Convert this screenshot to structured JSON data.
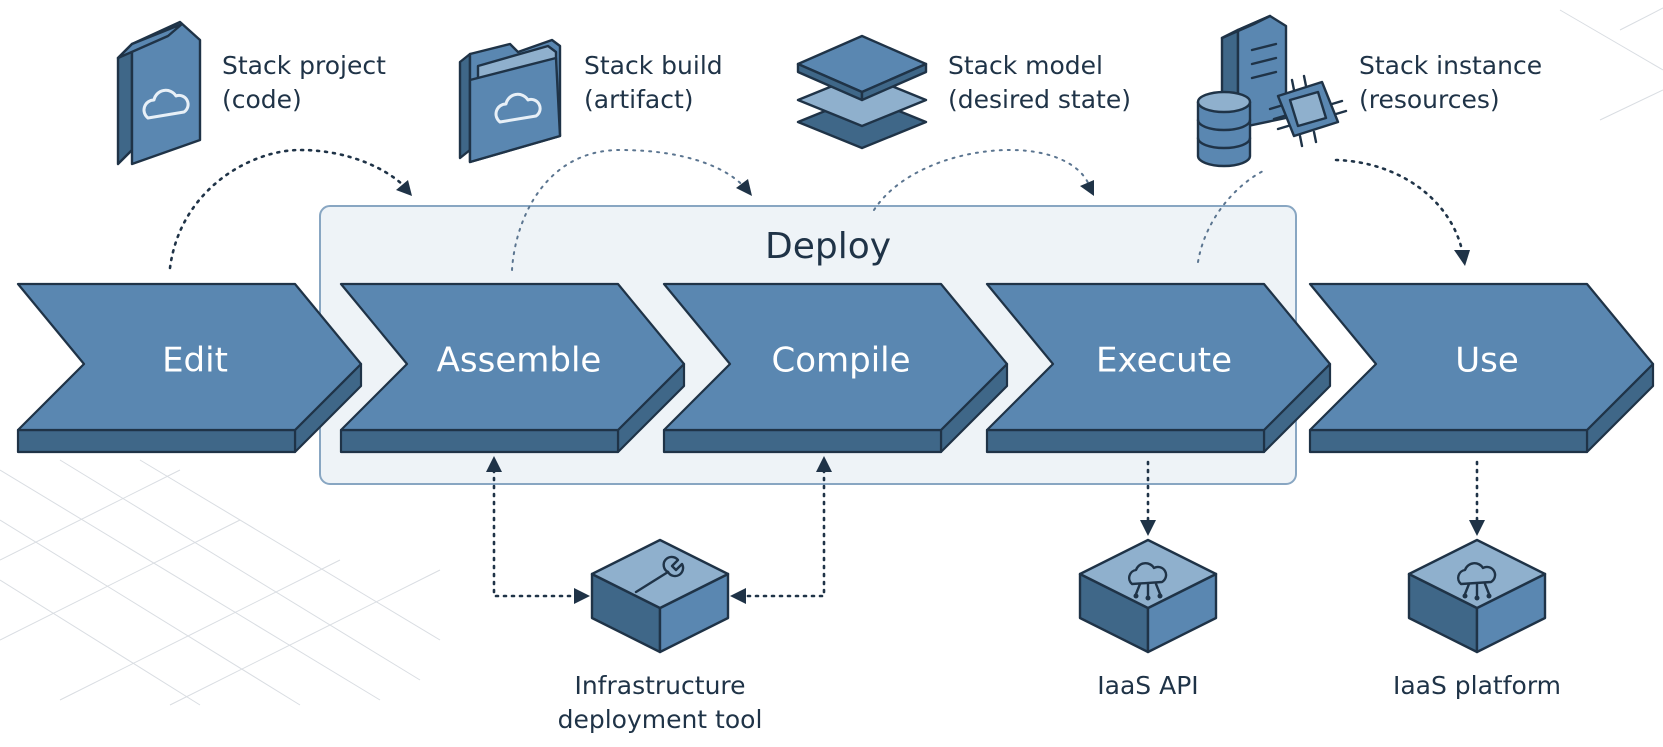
{
  "stages": [
    {
      "label": "Edit"
    },
    {
      "label": "Assemble"
    },
    {
      "label": "Compile"
    },
    {
      "label": "Execute"
    },
    {
      "label": "Use"
    }
  ],
  "deploy_group": {
    "label": "Deploy"
  },
  "artifacts": [
    {
      "icon": "document-cloud-icon",
      "line1": "Stack project",
      "line2": "(code)"
    },
    {
      "icon": "folder-cloud-icon",
      "line1": "Stack build",
      "line2": "(artifact)"
    },
    {
      "icon": "layers-icon",
      "line1": "Stack model",
      "line2": "(desired state)"
    },
    {
      "icon": "server-database-chip-icon",
      "line1": "Stack instance",
      "line2": "(resources)"
    }
  ],
  "tools": [
    {
      "icon": "wrench-cube-icon",
      "line1": "Infrastructure",
      "line2": "deployment tool"
    },
    {
      "icon": "cloud-network-cube-icon",
      "line1": "IaaS API"
    },
    {
      "icon": "cloud-network-cube-icon",
      "line1": "IaaS platform"
    }
  ]
}
